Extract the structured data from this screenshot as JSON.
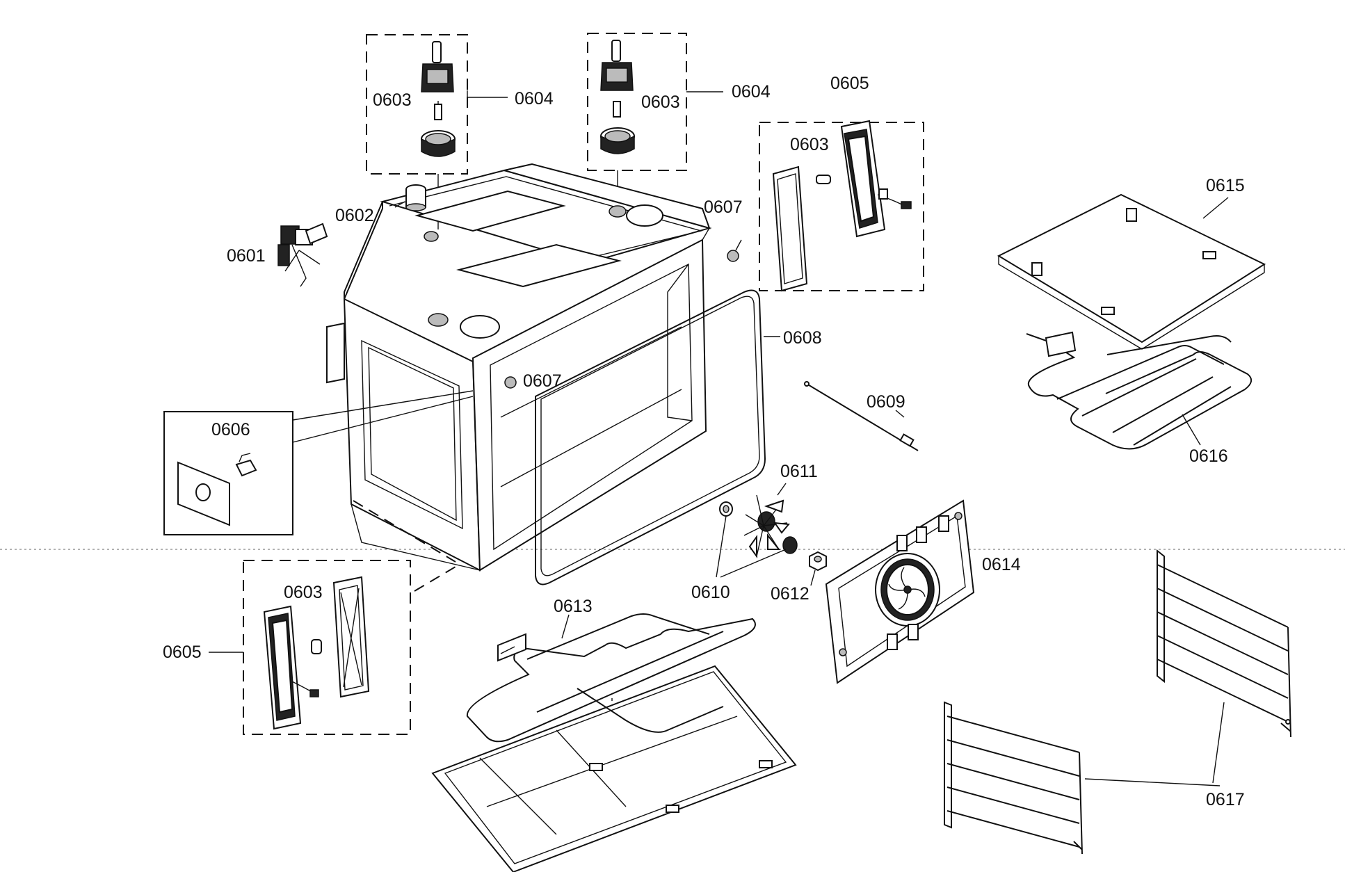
{
  "labels": {
    "p0601": "0601",
    "p0602": "0602",
    "p0603": "0603",
    "p0604": "0604",
    "p0605": "0605",
    "p0606": "0606",
    "p0607": "0607",
    "p0608": "0608",
    "p0609": "0609",
    "p0610": "0610",
    "p0611": "0611",
    "p0612": "0612",
    "p0613": "0613",
    "p0614": "0614",
    "p0615": "0615",
    "p0616": "0616",
    "p0617": "0617"
  },
  "colors": {
    "ink": "#111111",
    "background": "#ffffff"
  }
}
